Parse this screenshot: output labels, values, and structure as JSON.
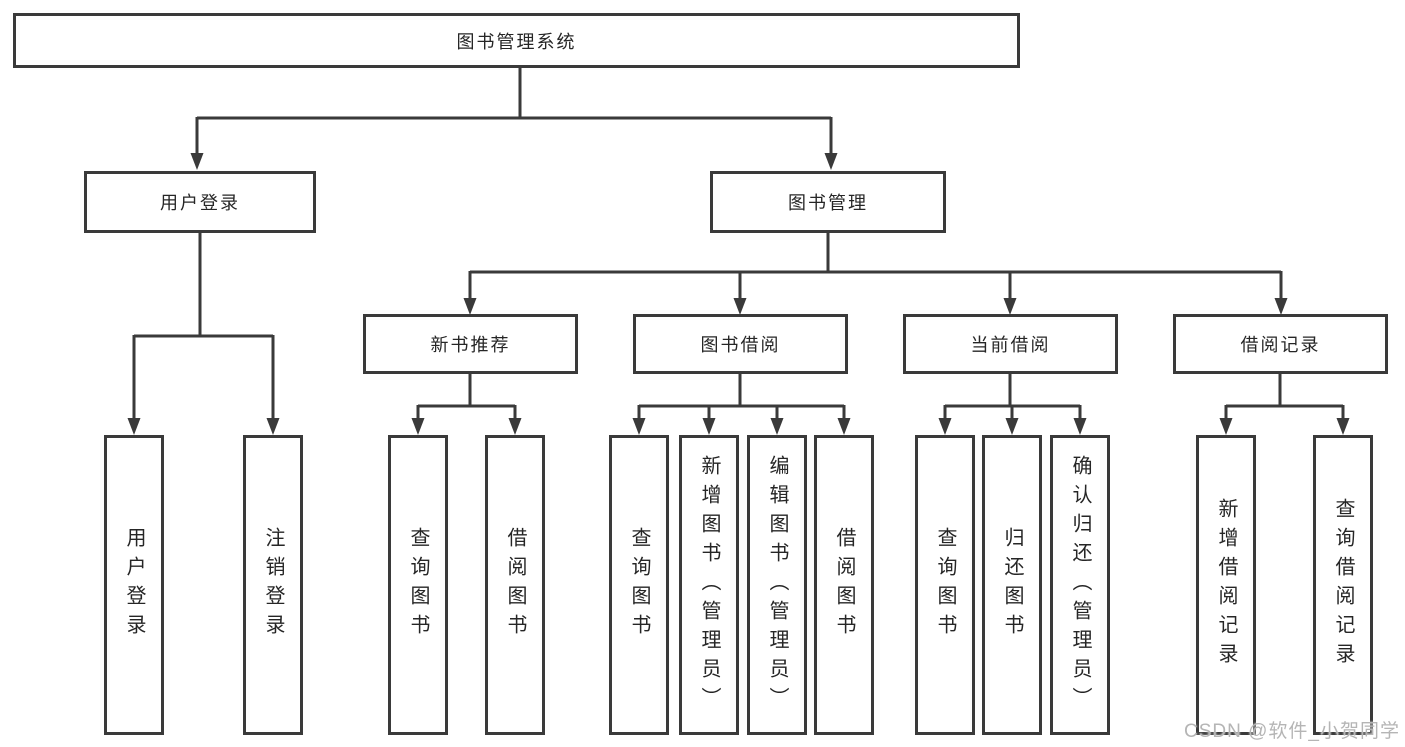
{
  "diagram": {
    "root": {
      "label": "图书管理系统"
    },
    "level2": [
      {
        "label": "用户登录"
      },
      {
        "label": "图书管理"
      }
    ],
    "level3": [
      {
        "label": "新书推荐"
      },
      {
        "label": "图书借阅"
      },
      {
        "label": "当前借阅"
      },
      {
        "label": "借阅记录"
      }
    ],
    "leaves": [
      {
        "label": "用户登录",
        "parent": "用户登录"
      },
      {
        "label": "注销登录",
        "parent": "用户登录"
      },
      {
        "label": "查询图书",
        "parent": "新书推荐"
      },
      {
        "label": "借阅图书",
        "parent": "新书推荐"
      },
      {
        "label": "查询图书",
        "parent": "图书借阅"
      },
      {
        "label": "新增图书（管理员）",
        "parent": "图书借阅"
      },
      {
        "label": "编辑图书（管理员）",
        "parent": "图书借阅"
      },
      {
        "label": "借阅图书",
        "parent": "图书借阅"
      },
      {
        "label": "查询图书",
        "parent": "当前借阅"
      },
      {
        "label": "归还图书",
        "parent": "当前借阅"
      },
      {
        "label": "确认归还（管理员）",
        "parent": "当前借阅"
      },
      {
        "label": "新增借阅记录",
        "parent": "借阅记录"
      },
      {
        "label": "查询借阅记录",
        "parent": "借阅记录"
      }
    ]
  },
  "watermark": {
    "text": "CSDN @软件_小贺同学"
  },
  "colors": {
    "line": "#3a3a3a",
    "text": "#262626",
    "background": "#ffffff",
    "watermark": "#b5b5b5"
  }
}
